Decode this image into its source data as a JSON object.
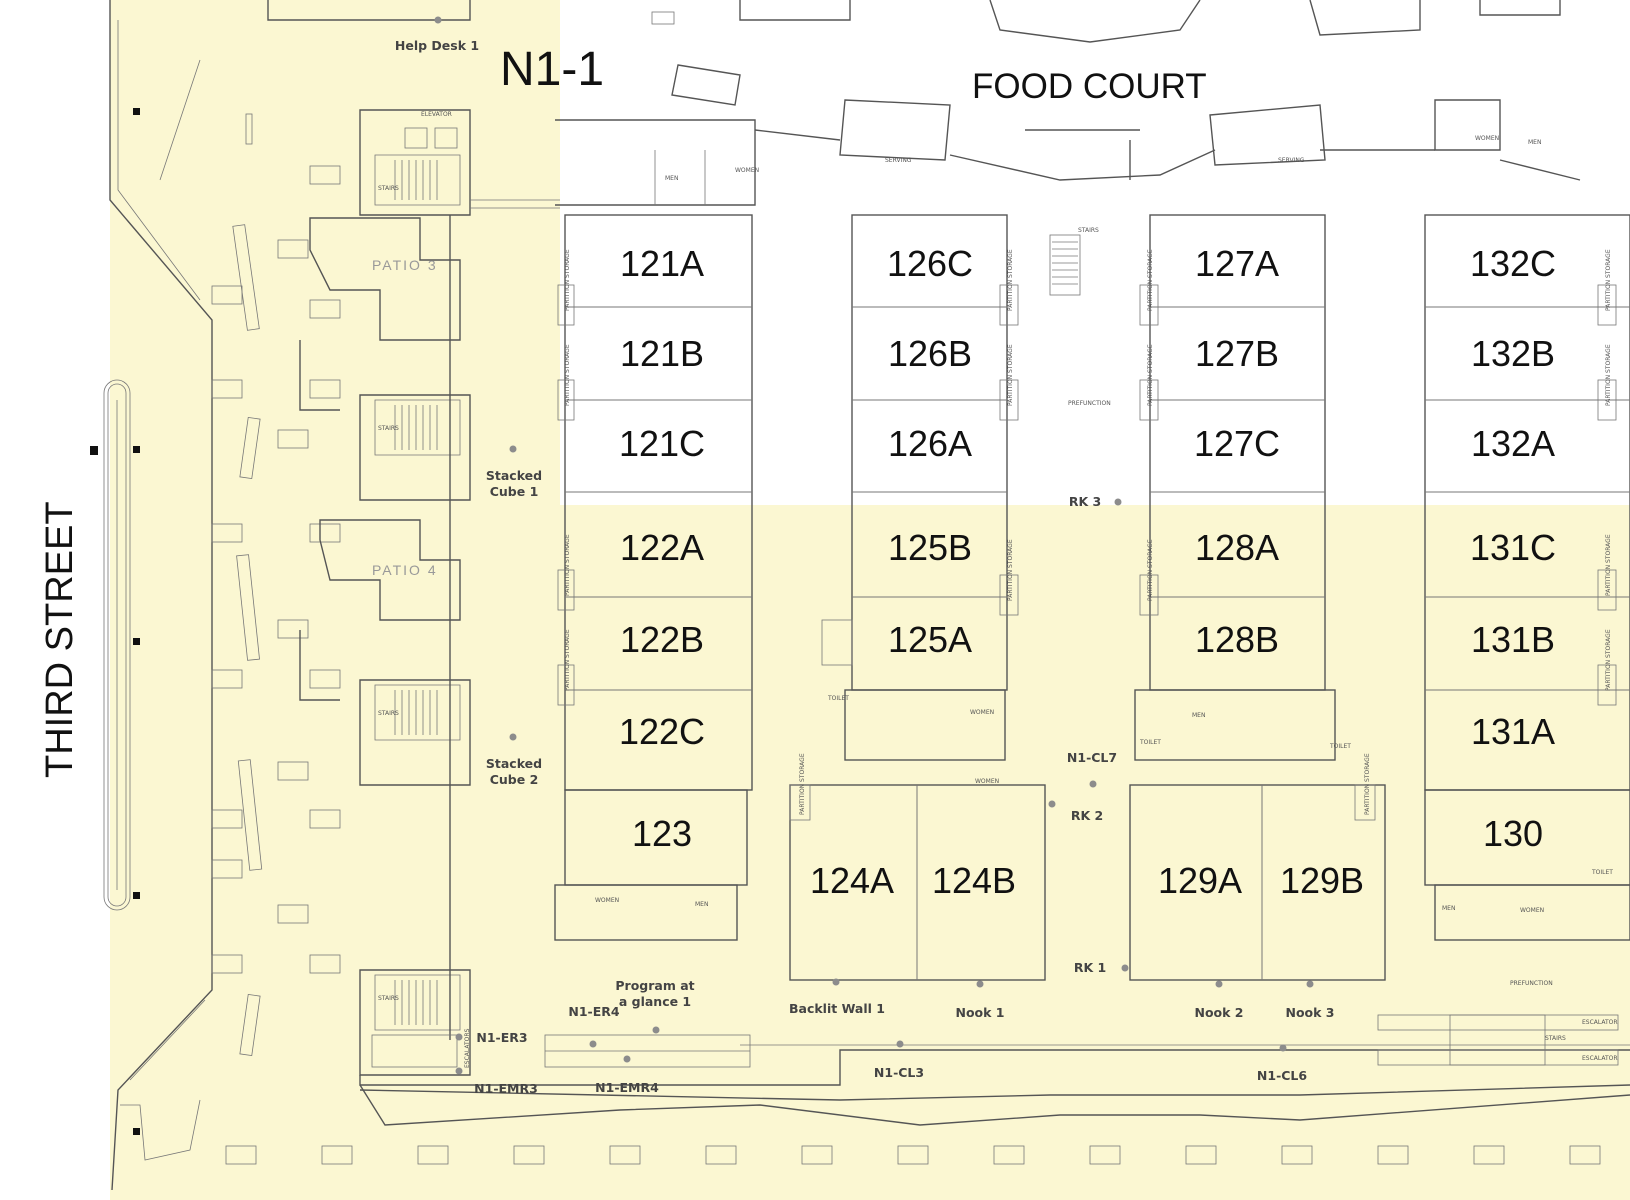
{
  "map": {
    "section": "N1-1",
    "area_title": "FOOD COURT",
    "street": "THIRD STREET",
    "patios": [
      "PATIO 3",
      "PATIO 4"
    ],
    "colors": {
      "highlight": "#fbf7d2",
      "background": "#ffffff",
      "walls": "#555555",
      "dots": "#8c8c8c"
    },
    "rooms": {
      "r121A": "121A",
      "r121B": "121B",
      "r121C": "121C",
      "r122A": "122A",
      "r122B": "122B",
      "r122C": "122C",
      "r123": "123",
      "r124A": "124A",
      "r124B": "124B",
      "r125A": "125A",
      "r125B": "125B",
      "r126A": "126A",
      "r126B": "126B",
      "r126C": "126C",
      "r127A": "127A",
      "r127B": "127B",
      "r127C": "127C",
      "r128A": "128A",
      "r128B": "128B",
      "r129A": "129A",
      "r129B": "129B",
      "r130": "130",
      "r131A": "131A",
      "r131B": "131B",
      "r131C": "131C",
      "r132A": "132A",
      "r132B": "132B",
      "r132C": "132C"
    },
    "poi": {
      "help_desk": "Help Desk 1",
      "stacked1_a": "Stacked",
      "stacked1_b": "Cube 1",
      "stacked2_a": "Stacked",
      "stacked2_b": "Cube 2",
      "rk3": "RK 3",
      "rk2": "RK 2",
      "rk1": "RK 1",
      "cl7": "N1-CL7",
      "cl3": "N1-CL3",
      "cl6": "N1-CL6",
      "prog_a": "Program at",
      "prog_b": "a glance 1",
      "er4": "N1-ER4",
      "er3": "N1-ER3",
      "emr3": "N1-EMR3",
      "emr4": "N1-EMR4",
      "backlit": "Backlit Wall 1",
      "nook1": "Nook 1",
      "nook2": "Nook 2",
      "nook3": "Nook 3"
    },
    "small_labels": {
      "elevator": "ELEVATOR",
      "stairs": "STAIRS",
      "serving": "SERVING",
      "men": "MEN",
      "women": "WOMEN",
      "toilet": "TOILET",
      "prefunction": "PREFUNCTION",
      "escalator": "ESCALATOR",
      "escalators": "ESCALATORS",
      "partition": "PARTITION STORAGE"
    }
  }
}
